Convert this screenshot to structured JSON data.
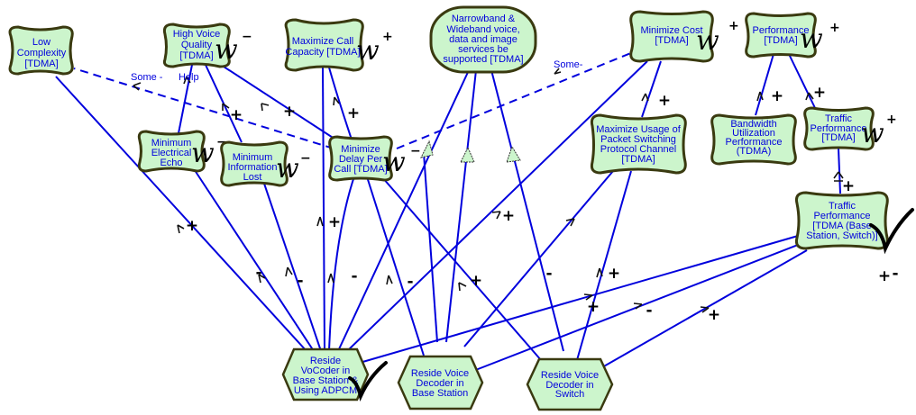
{
  "diagram": {
    "type": "NFR softgoal interdependency graph",
    "colors": {
      "node_fill": "#ccf5cc",
      "node_stroke": "#3a3a10",
      "link": "#0000dd",
      "text": "#0000dd",
      "mark": "#000000"
    },
    "nodes": [
      {
        "id": "low_complexity",
        "kind": "softgoal",
        "lines": [
          "Low",
          "Complexity",
          "[TDMA]"
        ],
        "label_mark": ""
      },
      {
        "id": "high_voice_quality",
        "kind": "softgoal",
        "lines": [
          "High Voice",
          "Quality",
          "[TDMA]"
        ],
        "label_mark": "W-"
      },
      {
        "id": "max_call_capacity",
        "kind": "softgoal",
        "lines": [
          "Maximize Call",
          "Capacity [TDMA]"
        ],
        "label_mark": "W+"
      },
      {
        "id": "narrowband",
        "kind": "hardgoal",
        "lines": [
          "Narrowband &",
          "Wideband voice,",
          "data and image",
          "services be",
          "supported [TDMA]"
        ],
        "label_mark": ""
      },
      {
        "id": "min_cost",
        "kind": "softgoal",
        "lines": [
          "Minimize Cost",
          "[TDMA]"
        ],
        "label_mark": "W+"
      },
      {
        "id": "performance",
        "kind": "softgoal",
        "lines": [
          "Performance",
          "[TDMA]"
        ],
        "label_mark": "W+"
      },
      {
        "id": "min_echo",
        "kind": "softgoal",
        "lines": [
          "Minimum",
          "Electrical",
          "Echo"
        ],
        "label_mark": "W-"
      },
      {
        "id": "min_info_lost",
        "kind": "softgoal",
        "lines": [
          "Minimum",
          "Information",
          "Lost"
        ],
        "label_mark": "W-"
      },
      {
        "id": "min_delay",
        "kind": "softgoal",
        "lines": [
          "Minimize",
          "Delay Per",
          "Call [TDMA]"
        ],
        "label_mark": "W-"
      },
      {
        "id": "max_packet",
        "kind": "softgoal",
        "lines": [
          "Maximize Usage of",
          "Packet Switching",
          "Protocol Channel",
          "[TDMA]"
        ],
        "label_mark": ""
      },
      {
        "id": "bandwidth",
        "kind": "softgoal",
        "lines": [
          "Bandwidth",
          "Utilization",
          "Performance",
          "(TDMA)"
        ],
        "label_mark": ""
      },
      {
        "id": "traffic_perf",
        "kind": "softgoal",
        "lines": [
          "Traffic",
          "Performance",
          "[TDMA]"
        ],
        "label_mark": "W+"
      },
      {
        "id": "traffic_perf_bs",
        "kind": "softgoal",
        "lines": [
          "Traffic",
          "Performance",
          "[TDMA (Base",
          "Station, Switch)]"
        ],
        "label_mark": "check"
      },
      {
        "id": "reside_vocoder",
        "kind": "task",
        "lines": [
          "Reside",
          "VoCoder in",
          "Base Station &",
          "Using ADPCM"
        ],
        "label_mark": "check"
      },
      {
        "id": "reside_decoder_bs",
        "kind": "task",
        "lines": [
          "Reside Voice",
          "Decoder in",
          "Base Station"
        ],
        "label_mark": ""
      },
      {
        "id": "reside_decoder_sw",
        "kind": "task",
        "lines": [
          "Reside Voice",
          "Decoder in",
          "Switch"
        ],
        "label_mark": ""
      }
    ],
    "edge_labels": [
      {
        "id": "some_minus",
        "text": "Some -"
      },
      {
        "id": "help",
        "text": "Help"
      },
      {
        "id": "some_minus_2",
        "text": "Some-"
      }
    ],
    "contributions": [
      "+",
      "+",
      "+",
      "+",
      "+",
      "+",
      "+",
      "+",
      "-",
      "-",
      "-",
      "-",
      "-",
      "-",
      "+",
      "+",
      "+",
      "+",
      "+",
      "-",
      "+",
      "+"
    ]
  }
}
